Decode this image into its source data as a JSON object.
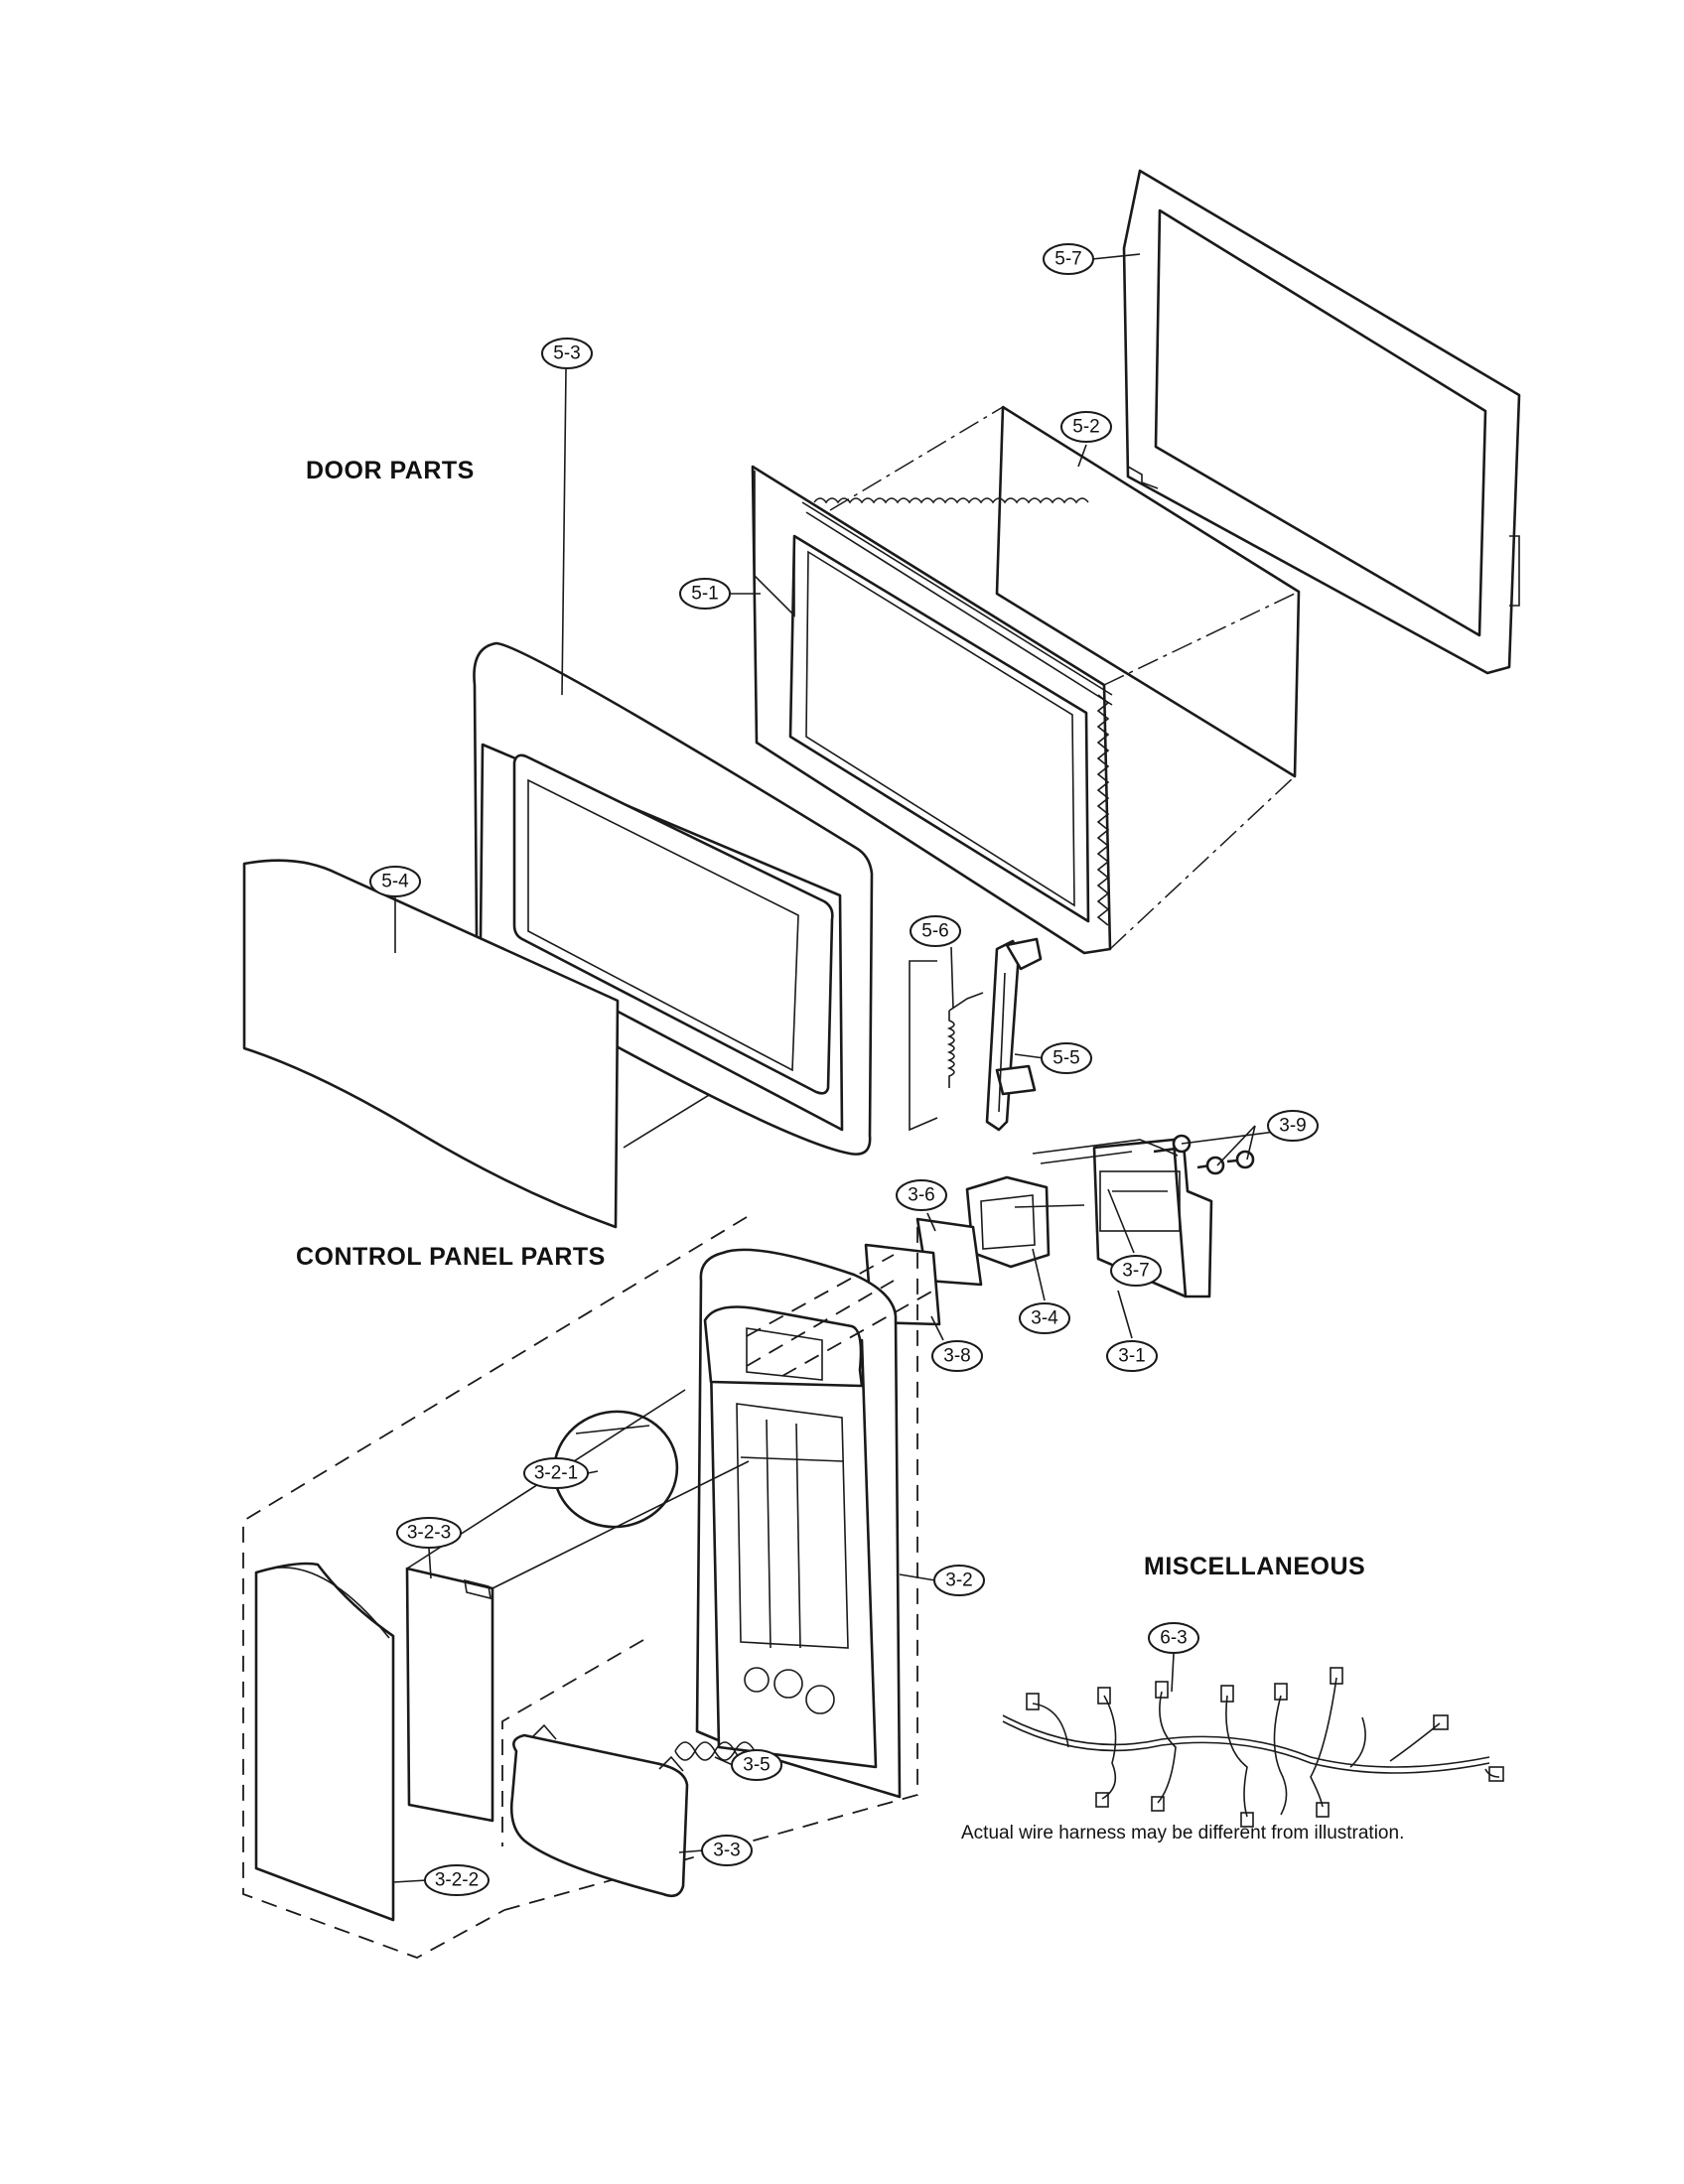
{
  "sections": {
    "door": "DOOR  PARTS",
    "control_panel": "CONTROL PANEL PARTS",
    "misc": "MISCELLANEOUS"
  },
  "note": "Actual wire harness may be different from illustration.",
  "parts": {
    "p5_7": "5-7",
    "p5_2": "5-2",
    "p5_1": "5-1",
    "p5_3": "5-3",
    "p5_4": "5-4",
    "p5_6": "5-6",
    "p5_5": "5-5",
    "p3_9": "3-9",
    "p3_6": "3-6",
    "p3_7": "3-7",
    "p3_4": "3-4",
    "p3_8": "3-8",
    "p3_1": "3-1",
    "p3_2_1": "3-2-1",
    "p3_2_3": "3-2-3",
    "p3_2": "3-2",
    "p6_3": "6-3",
    "p3_5": "3-5",
    "p3_3": "3-3",
    "p3_2_2": "3-2-2"
  }
}
